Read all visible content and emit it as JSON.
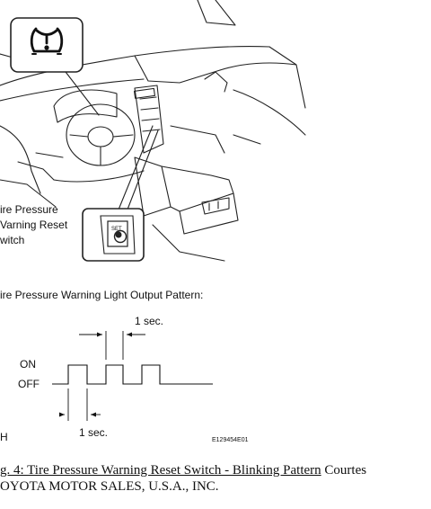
{
  "illustration": {
    "switch_label": [
      "ire Pressure",
      "Varning Reset",
      "witch"
    ],
    "switch_button_text": "SET"
  },
  "pattern": {
    "heading": "ire Pressure Warning Light Output Pattern:",
    "top_interval": "1 sec.",
    "bottom_interval": "1 sec.",
    "on_label": "ON",
    "off_label": "OFF",
    "left_fragment": "H",
    "figure_code": "E129454E01"
  },
  "caption": {
    "underlined": "g. 4: Tire Pressure Warning Reset Switch - Blinking Pattern",
    "rest_line1": " Courtes",
    "line2": "OYOTA MOTOR SALES, U.S.A., INC."
  }
}
